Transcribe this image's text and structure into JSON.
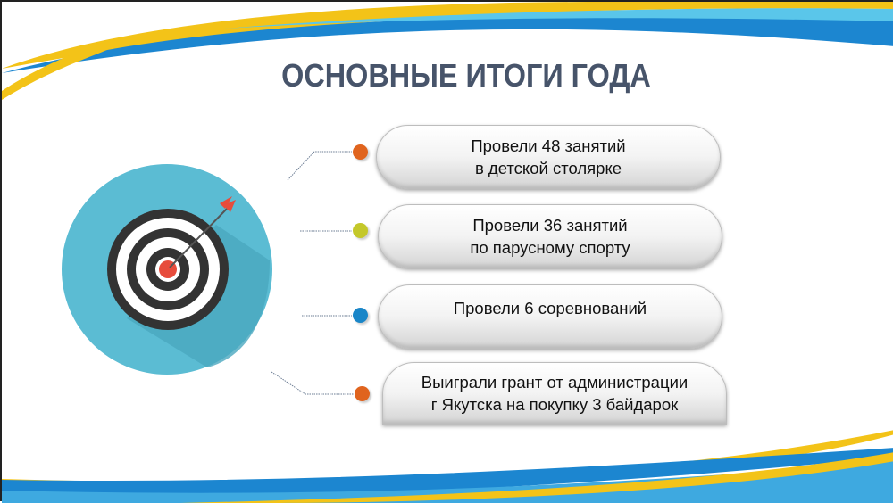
{
  "slide": {
    "title": "ОСНОВНЫЕ ИТОГИ ГОДА",
    "items": [
      {
        "line1": "Провели 48 занятий",
        "line2": "в детской столярке",
        "dot_color": "#e0641e"
      },
      {
        "line1": "Провели 36 занятий",
        "line2": "по парусному спорту",
        "dot_color": "#c4c82a"
      },
      {
        "line1": "Провели 6 соревнований",
        "line2": "",
        "dot_color": "#1a86c8"
      },
      {
        "line1": "Выиграли грант от администрации",
        "line2": "г Якутска на покупку 3 байдарок",
        "dot_color": "#e0641e"
      }
    ]
  },
  "colors": {
    "title": "#47546a",
    "target_bg": "#5bbcd3",
    "blue": "#1c86d0",
    "yellow": "#f3c318"
  }
}
